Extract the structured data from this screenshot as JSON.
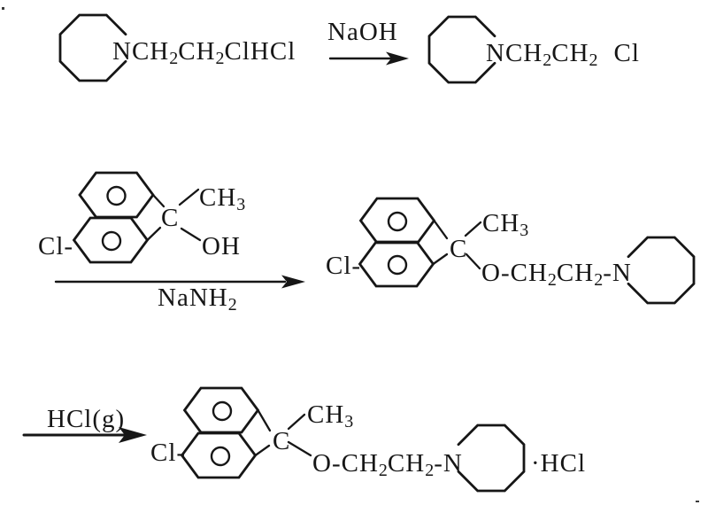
{
  "colors": {
    "background": "#ffffff",
    "ink": "#161616"
  },
  "step1": {
    "reactant_chain": {
      "p1": "NCH",
      "s1": "2",
      "p2": "CH",
      "s2": "2",
      "p3": "ClHCl"
    },
    "reagent": "NaOH",
    "product_chain": {
      "p1": "NCH",
      "s1": "2",
      "p2": "CH",
      "s2": "2",
      "p3": "Cl"
    }
  },
  "step2": {
    "reactant": {
      "chloro": "Cl-",
      "carbon": "C",
      "methyl": "CH",
      "methyl_sub": "3",
      "hydroxyl": "OH"
    },
    "reagent": {
      "p1": "NaNH",
      "s1": "2"
    },
    "product": {
      "chloro": "Cl-",
      "carbon": "C",
      "methyl": "CH",
      "methyl_sub": "3",
      "ether": {
        "p1": "O-CH",
        "s1": "2",
        "p2": "CH",
        "s2": "2",
        "p3": "-N"
      }
    }
  },
  "step3": {
    "reagent": "HCl(g)",
    "product": {
      "chloro": "Cl-",
      "carbon": "C",
      "methyl": "CH",
      "methyl_sub": "3",
      "ether": {
        "p1": "O-CH",
        "s1": "2",
        "p2": "CH",
        "s2": "2",
        "p3": "-N"
      },
      "salt": "·HCl"
    }
  }
}
